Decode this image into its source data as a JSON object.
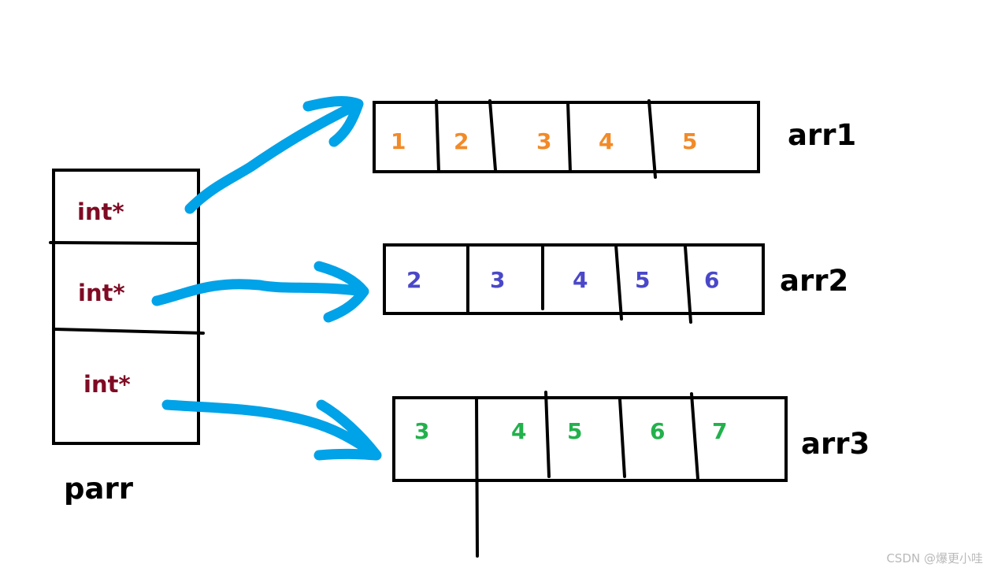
{
  "parr": {
    "label": "parr",
    "cells": [
      "int*",
      "int*",
      "int*"
    ],
    "cell_color": "#7f0a24"
  },
  "arrays": [
    {
      "name": "arr1",
      "values": [
        "1",
        "2",
        "3",
        "4",
        "5"
      ],
      "color": "#f28a28"
    },
    {
      "name": "arr2",
      "values": [
        "2",
        "3",
        "4",
        "5",
        "6"
      ],
      "color": "#4a48c8"
    },
    {
      "name": "arr3",
      "values": [
        "3",
        "4",
        "5",
        "6",
        "7"
      ],
      "color": "#22b14c"
    }
  ],
  "arrow_color": "#00a2e8",
  "watermark": "CSDN @爆更小哇"
}
